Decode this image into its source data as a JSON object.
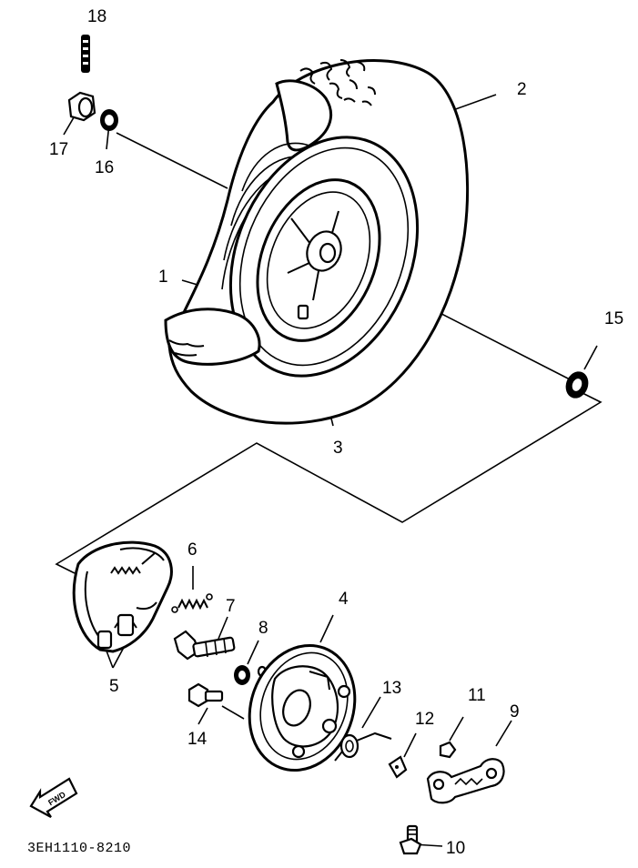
{
  "diagram": {
    "part_code": "3EH1110-8210",
    "forward_label": "FWD",
    "callouts": [
      {
        "id": "c1",
        "text": "1"
      },
      {
        "id": "c2",
        "text": "2"
      },
      {
        "id": "c3",
        "text": "3"
      },
      {
        "id": "c4",
        "text": "4"
      },
      {
        "id": "c5",
        "text": "5"
      },
      {
        "id": "c6",
        "text": "6"
      },
      {
        "id": "c7",
        "text": "7"
      },
      {
        "id": "c8",
        "text": "8"
      },
      {
        "id": "c9",
        "text": "9"
      },
      {
        "id": "c10",
        "text": "10"
      },
      {
        "id": "c11",
        "text": "11"
      },
      {
        "id": "c12",
        "text": "12"
      },
      {
        "id": "c13",
        "text": "13"
      },
      {
        "id": "c14",
        "text": "14"
      },
      {
        "id": "c15",
        "text": "15"
      },
      {
        "id": "c16",
        "text": "16"
      },
      {
        "id": "c17",
        "text": "17"
      },
      {
        "id": "c18",
        "text": "18"
      }
    ]
  }
}
